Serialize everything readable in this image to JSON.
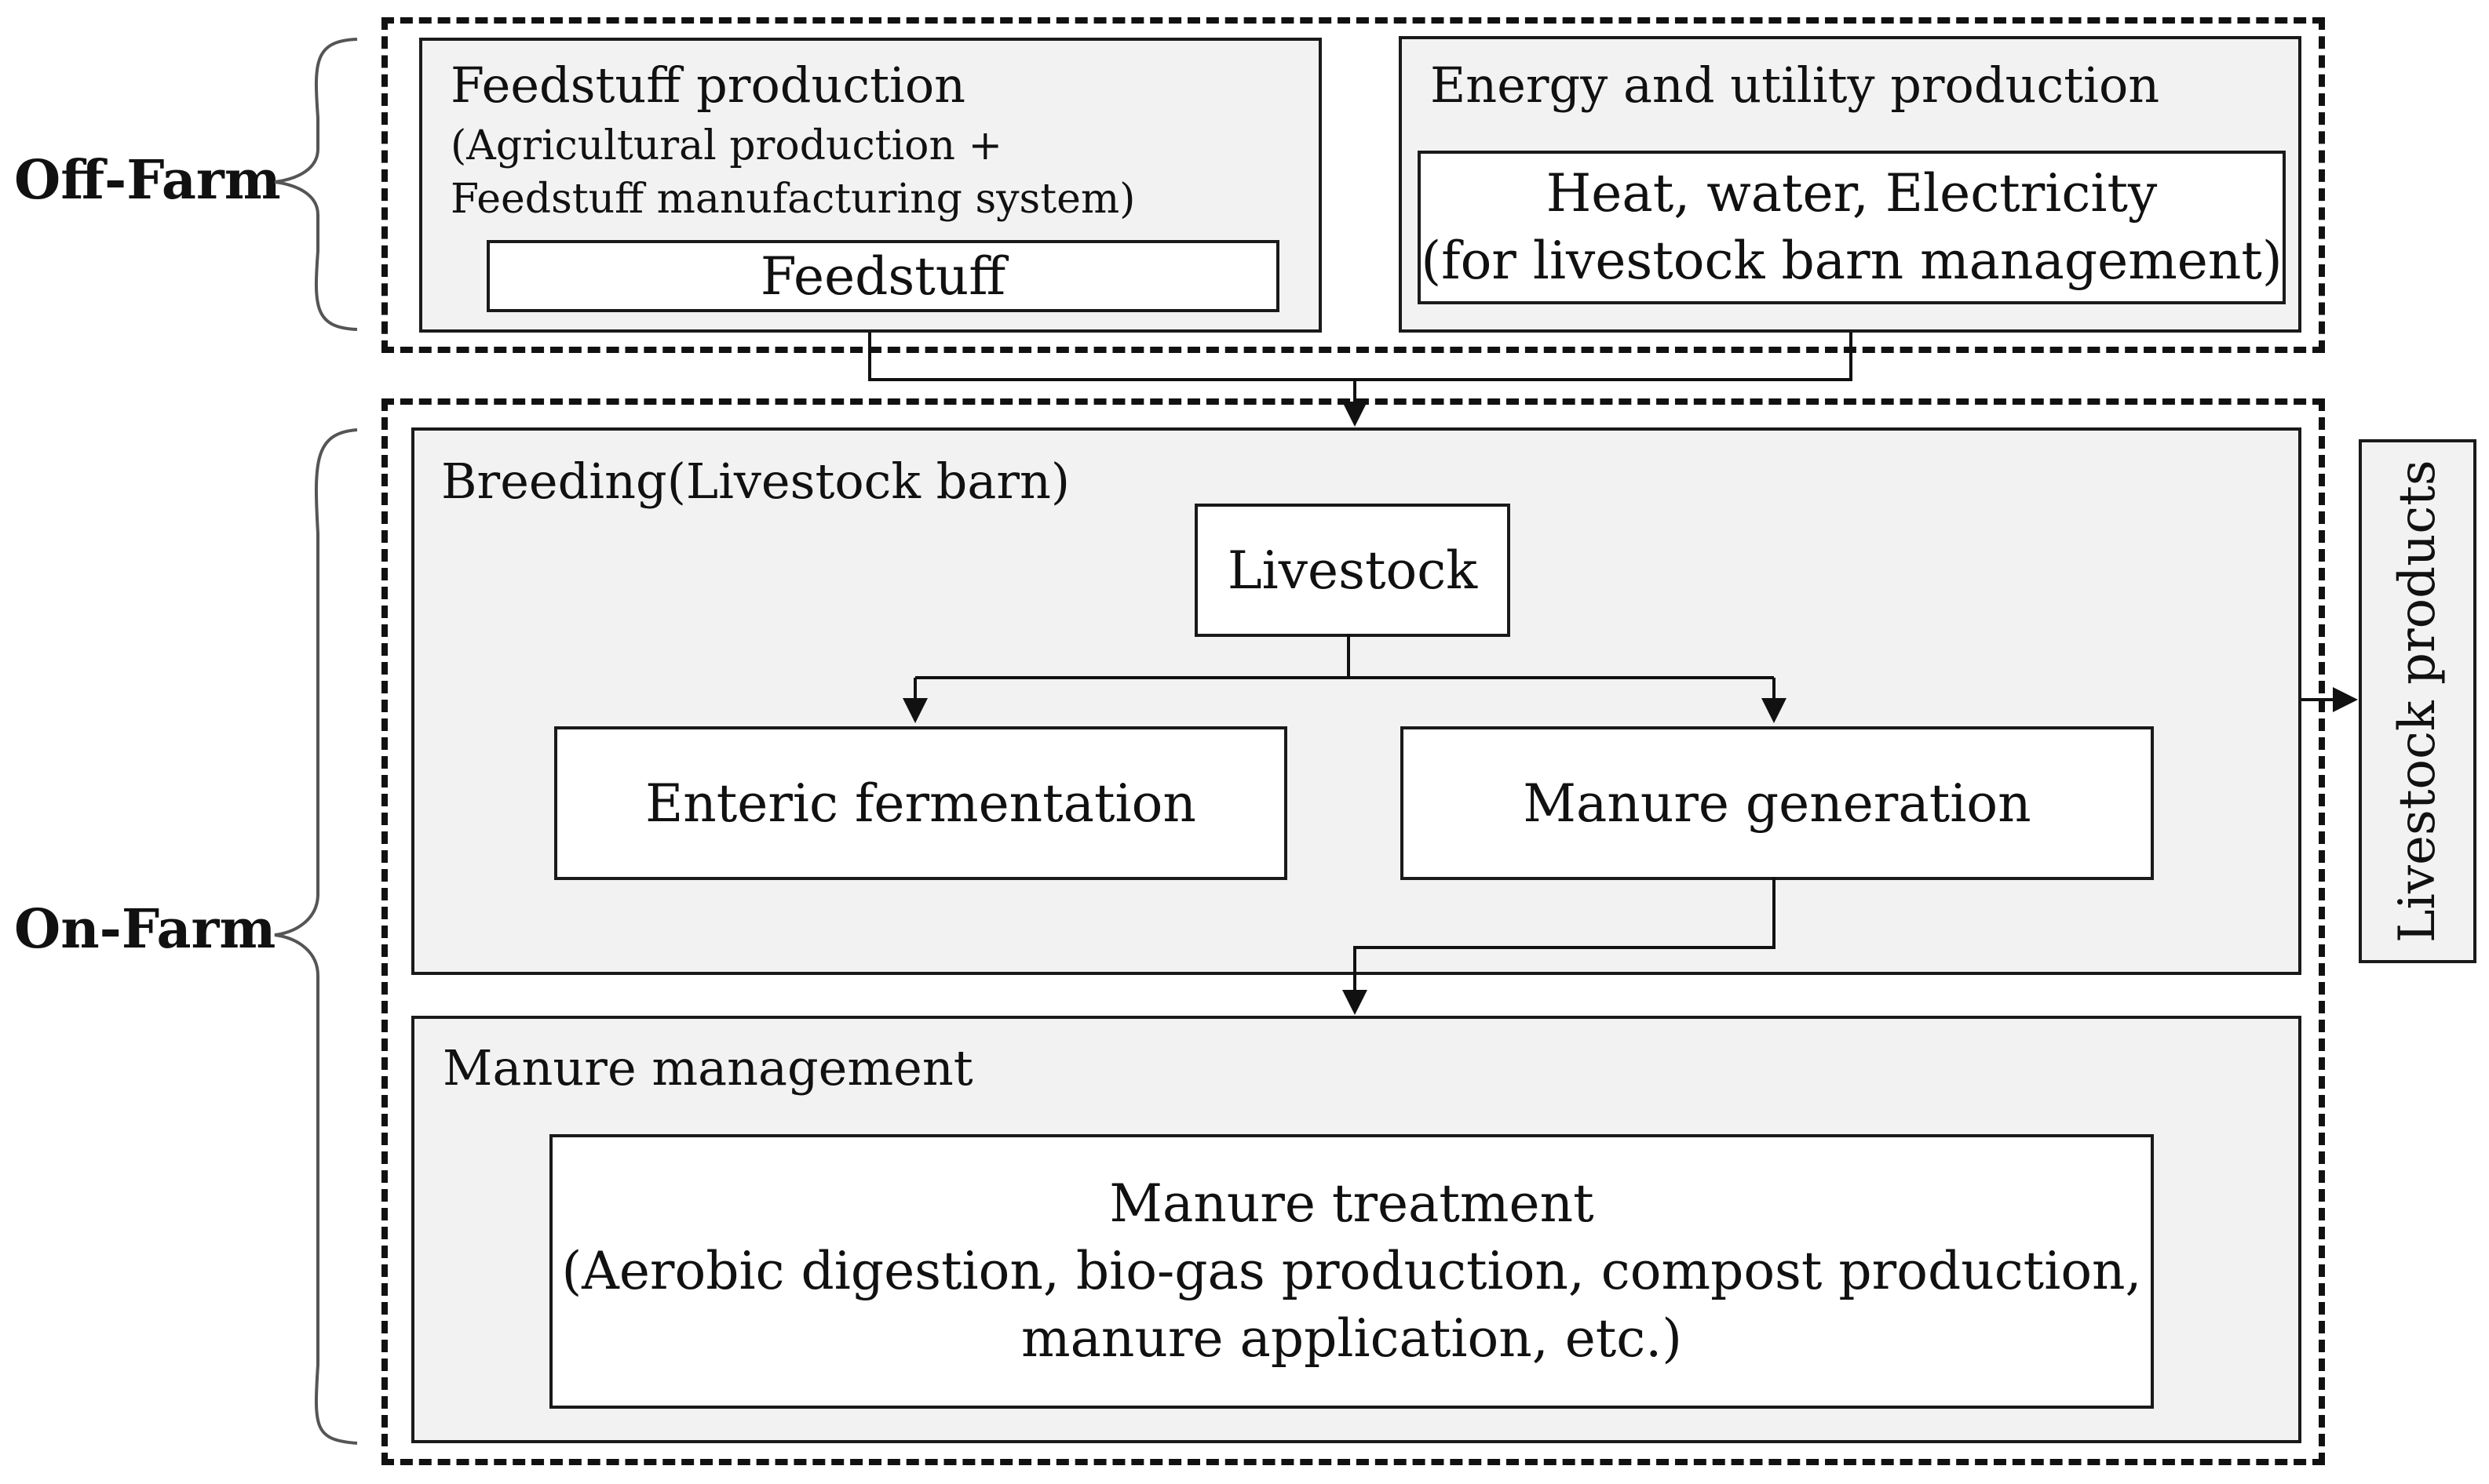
{
  "zones": {
    "off_farm": "Off-Farm",
    "on_farm": "On-Farm"
  },
  "feedstuff_production": {
    "title": "Feedstuff production",
    "subtitle_line1": "(Agricultural production +",
    "subtitle_line2": "Feedstuff manufacturing system)",
    "output": "Feedstuff"
  },
  "energy_production": {
    "title": "Energy and utility production",
    "output_line1": "Heat, water, Electricity",
    "output_line2": "(for livestock barn management)"
  },
  "breeding": {
    "title": "Breeding(Livestock barn)",
    "livestock": "Livestock",
    "enteric": "Enteric fermentation",
    "manure_generation": "Manure generation"
  },
  "manure_management": {
    "title": "Manure management",
    "treatment_line1": "Manure treatment",
    "treatment_line2": "(Aerobic digestion, bio-gas production, compost production,",
    "treatment_line3": "manure application, etc.)"
  },
  "products": {
    "label": "Livestock products"
  },
  "colors": {
    "panel_fill": "#f2f2f2",
    "box_fill": "#ffffff",
    "line": "#111111"
  }
}
